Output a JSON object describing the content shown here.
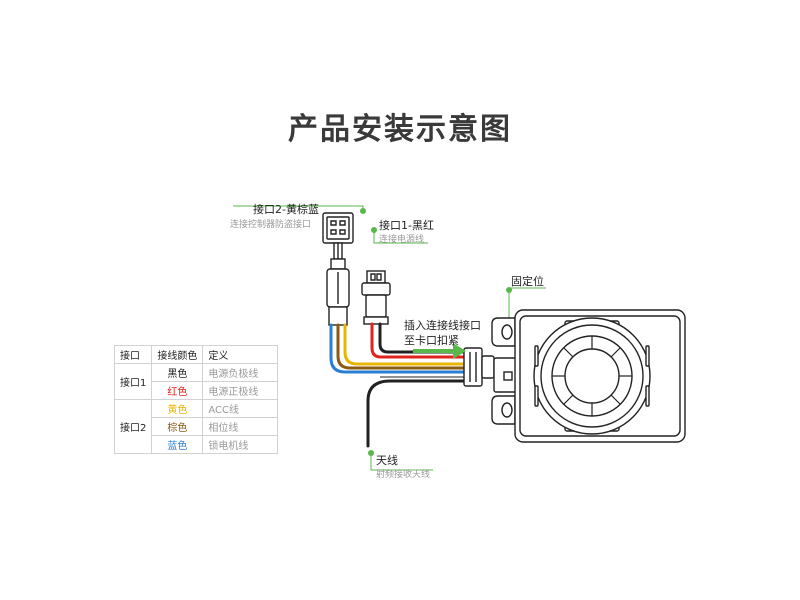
{
  "page": {
    "title": "产品安装示意图"
  },
  "callouts": {
    "port2": {
      "label": "接口2-黄棕蓝",
      "desc": "连接控制器防盗接口"
    },
    "port1": {
      "label": "接口1-黑红",
      "desc": "连接电源线"
    },
    "mount": {
      "label": "固定位"
    },
    "insert": {
      "line1": "插入连接线接口",
      "line2": "至卡口扣紧"
    },
    "antenna": {
      "label": "天线",
      "desc": "射频接收天线"
    }
  },
  "legend": {
    "headers": [
      "接口",
      "接线颜色",
      "定义"
    ],
    "groups": [
      {
        "port": "接口1",
        "rows": [
          {
            "color_name": "黑色",
            "color": "#222222",
            "definition": "电源负极线"
          },
          {
            "color_name": "红色",
            "color": "#e0231c",
            "definition": "电源正极线"
          }
        ]
      },
      {
        "port": "接口2",
        "rows": [
          {
            "color_name": "黄色",
            "color": "#e8b400",
            "definition": "ACC线"
          },
          {
            "color_name": "棕色",
            "color": "#8a5a12",
            "definition": "相位线"
          },
          {
            "color_name": "蓝色",
            "color": "#2a7fd4",
            "definition": "锁电机线"
          }
        ]
      }
    ]
  },
  "colors": {
    "accent": "#5ab84b",
    "wire_black": "#222222",
    "wire_red": "#e0231c",
    "wire_yellow": "#e8b400",
    "wire_brown": "#8a5a12",
    "wire_blue": "#2a7fd4"
  }
}
